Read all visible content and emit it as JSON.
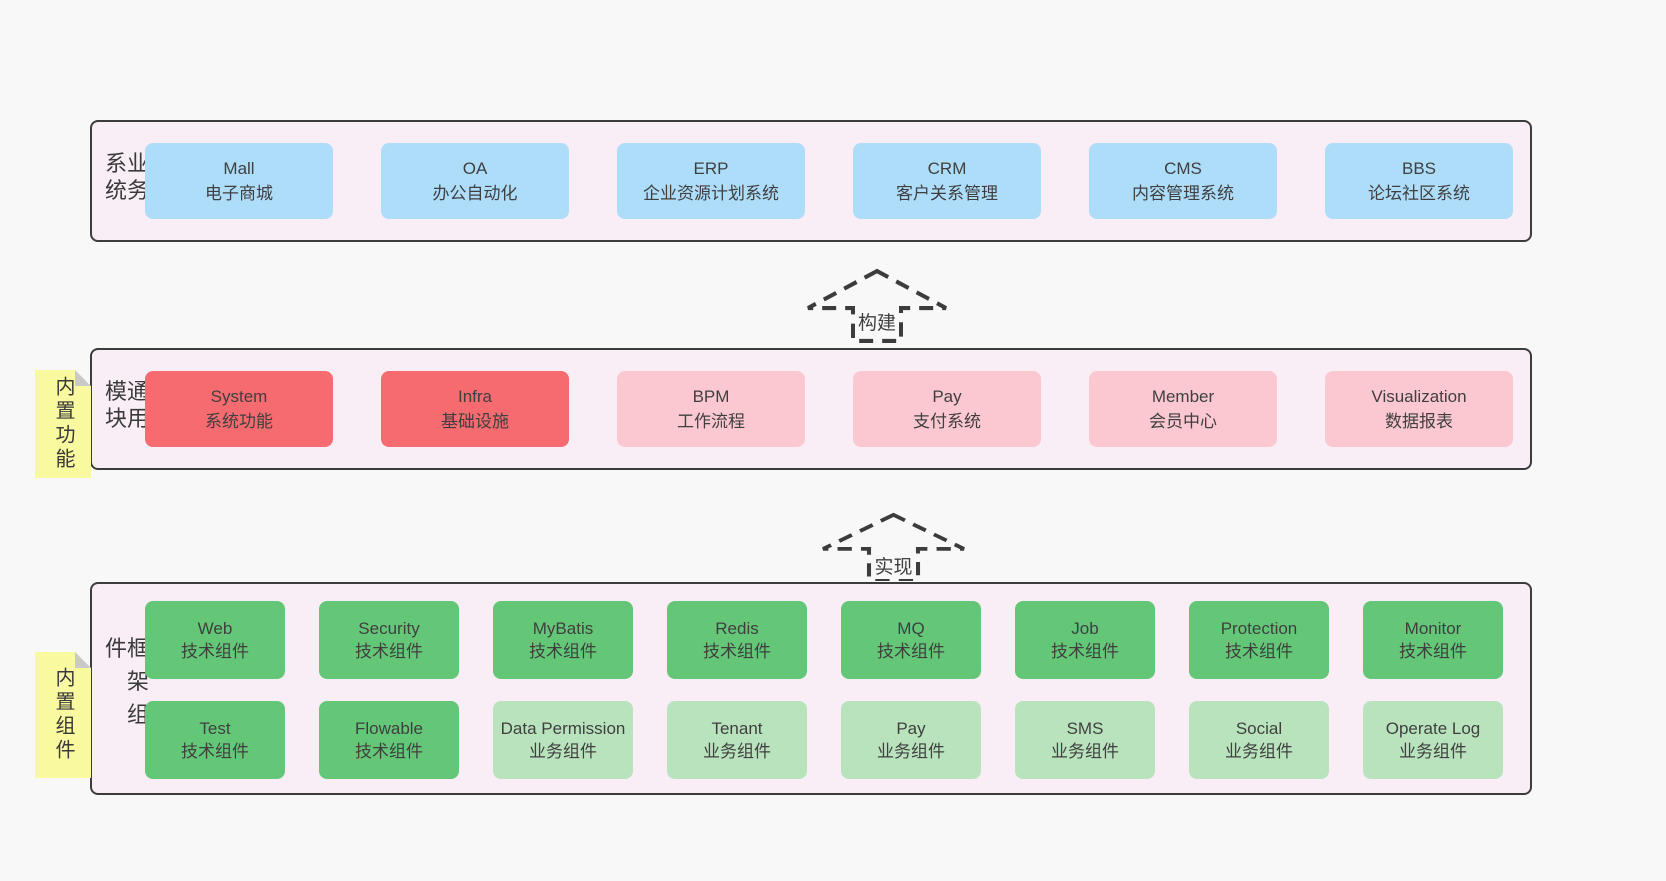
{
  "sections": [
    {
      "label": "业务系统",
      "boxes": [
        {
          "name": "Mall",
          "sub": "电子商城"
        },
        {
          "name": "OA",
          "sub": "办公自动化"
        },
        {
          "name": "ERP",
          "sub": "企业资源计划系统"
        },
        {
          "name": "CRM",
          "sub": "客户关系管理"
        },
        {
          "name": "CMS",
          "sub": "内容管理系统"
        },
        {
          "name": "BBS",
          "sub": "论坛社区系统"
        }
      ]
    },
    {
      "label": "通用模块",
      "note": "内置功能",
      "boxes": [
        {
          "name": "System",
          "sub": "系统功能"
        },
        {
          "name": "Infra",
          "sub": "基础设施"
        },
        {
          "name": "BPM",
          "sub": "工作流程"
        },
        {
          "name": "Pay",
          "sub": "支付系统"
        },
        {
          "name": "Member",
          "sub": "会员中心"
        },
        {
          "name": "Visualization",
          "sub": "数据报表"
        }
      ]
    },
    {
      "label": "框架组件",
      "note": "内置组件",
      "rows": [
        [
          {
            "name": "Web",
            "sub": "技术组件"
          },
          {
            "name": "Security",
            "sub": "技术组件"
          },
          {
            "name": "MyBatis",
            "sub": "技术组件"
          },
          {
            "name": "Redis",
            "sub": "技术组件"
          },
          {
            "name": "MQ",
            "sub": "技术组件"
          },
          {
            "name": "Job",
            "sub": "技术组件"
          },
          {
            "name": "Protection",
            "sub": "技术组件"
          },
          {
            "name": "Monitor",
            "sub": "技术组件"
          }
        ],
        [
          {
            "name": "Test",
            "sub": "技术组件"
          },
          {
            "name": "Flowable",
            "sub": "技术组件"
          },
          {
            "name": "Data Permission",
            "sub": "业务组件"
          },
          {
            "name": "Tenant",
            "sub": "业务组件"
          },
          {
            "name": "Pay",
            "sub": "业务组件"
          },
          {
            "name": "SMS",
            "sub": "业务组件"
          },
          {
            "name": "Social",
            "sub": "业务组件"
          },
          {
            "name": "Operate Log",
            "sub": "业务组件"
          }
        ]
      ]
    }
  ],
  "arrows": [
    {
      "label": "构建"
    },
    {
      "label": "实现"
    }
  ],
  "colors": {
    "business_system_box": "#aeddfa",
    "core_module_box": "#f56b6f",
    "module_box": "#fbc8d2",
    "tech_component_box": "#64c778",
    "biz_component_box": "#b9e3bc",
    "sticky_note": "#f9f9a0",
    "panel_background": "#f9edf6",
    "panel_border": "#3c3c3c",
    "page_background": "#f8f8f8"
  }
}
